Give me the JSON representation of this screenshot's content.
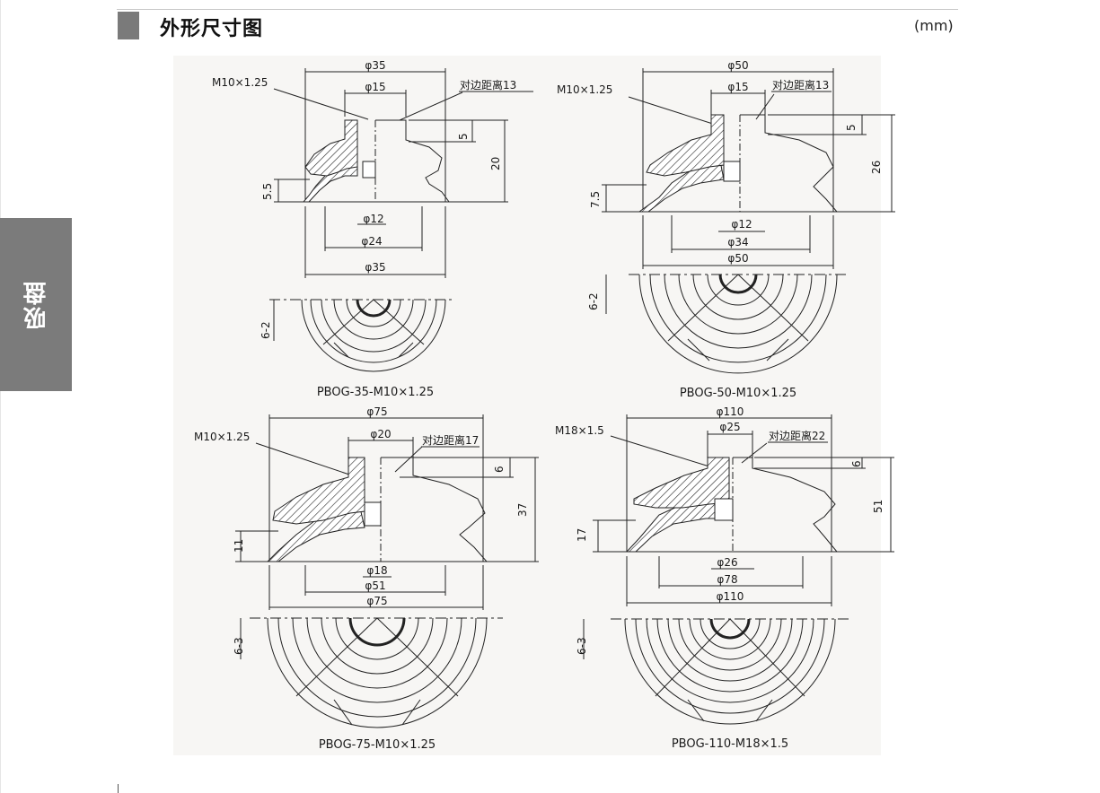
{
  "header": {
    "title": "外形尺寸图",
    "unit": "(mm)"
  },
  "side_tab": {
    "label": "吸盘"
  },
  "drawings": [
    {
      "model": "PBOG-35-M10×1.25",
      "thread": "M10×1.25",
      "across_flats": "对边距离13",
      "outer_dia_top": "φ35",
      "inner_dia_top": "φ15",
      "hex_height": "5",
      "total_height": "20",
      "bellows_height": "5.5",
      "bore_dia": "φ12",
      "mid_dia": "φ24",
      "outer_dia_bottom": "φ35",
      "rib_depth": "6-2"
    },
    {
      "model": "PBOG-50-M10×1.25",
      "thread": "M10×1.25",
      "across_flats": "对边距离13",
      "outer_dia_top": "φ50",
      "inner_dia_top": "φ15",
      "hex_height": "5",
      "total_height": "26",
      "bellows_height": "7.5",
      "bore_dia": "φ12",
      "mid_dia": "φ34",
      "outer_dia_bottom": "φ50",
      "rib_depth": "6-2"
    },
    {
      "model": "PBOG-75-M10×1.25",
      "thread": "M10×1.25",
      "across_flats": "对边距离17",
      "outer_dia_top": "φ75",
      "inner_dia_top": "φ20",
      "hex_height": "6",
      "total_height": "37",
      "bellows_height": "11",
      "bore_dia": "φ18",
      "mid_dia": "φ51",
      "outer_dia_bottom": "φ75",
      "rib_depth": "6-3"
    },
    {
      "model": "PBOG-110-M18×1.5",
      "thread": "M18×1.5",
      "across_flats": "对边距离22",
      "outer_dia_top": "φ110",
      "inner_dia_top": "φ25",
      "hex_height": "6",
      "total_height": "51",
      "bellows_height": "17",
      "bore_dia": "φ26",
      "mid_dia": "φ78",
      "outer_dia_bottom": "φ110",
      "rib_depth": "6-3"
    }
  ]
}
